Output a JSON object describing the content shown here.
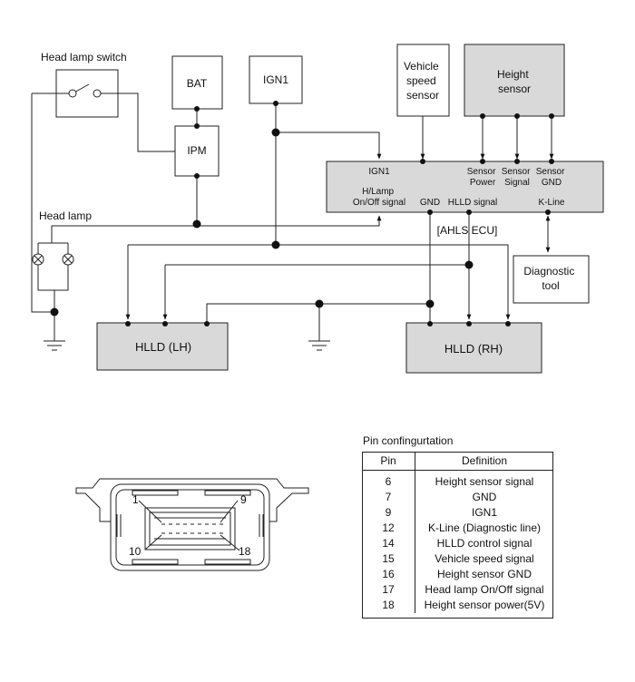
{
  "diagram": {
    "head_lamp_switch": "Head lamp switch",
    "bat": "BAT",
    "ign1_box": "IGN1",
    "ipm": "IPM",
    "vehicle_speed_sensor": [
      "Vehicle",
      "speed",
      "sensor"
    ],
    "height_sensor": [
      "Height",
      "sensor"
    ],
    "head_lamp": "Head lamp",
    "ecu_pins": {
      "ign1": "IGN1",
      "sensor_power": [
        "Sensor",
        "Power"
      ],
      "sensor_signal": [
        "Sensor",
        "Signal"
      ],
      "sensor_gnd": [
        "Sensor",
        "GND"
      ],
      "hlamp": [
        "H/Lamp",
        "On/Off signal"
      ],
      "gnd": "GND",
      "hlld_signal": "HLLD signal",
      "kline": "K-Line"
    },
    "ecu_label": "[AHLS ECU]",
    "diagnostic_tool": [
      "Diagnostic",
      "tool"
    ],
    "hlld_lh": "HLLD (LH)",
    "hlld_rh": "HLLD (RH)",
    "connector_pins": {
      "p1": "1",
      "p9": "9",
      "p10": "10",
      "p18": "18"
    }
  },
  "pin_configuration": {
    "title": "Pin confingurtation",
    "headers": {
      "pin": "Pin",
      "definition": "Definition"
    },
    "rows": [
      {
        "pin": "6",
        "definition": "Height sensor signal"
      },
      {
        "pin": "7",
        "definition": "GND"
      },
      {
        "pin": "9",
        "definition": "IGN1"
      },
      {
        "pin": "12",
        "definition": "K-Line (Diagnostic line)"
      },
      {
        "pin": "14",
        "definition": "HLLD control signal"
      },
      {
        "pin": "15",
        "definition": "Vehicle speed signal"
      },
      {
        "pin": "16",
        "definition": "Height sensor GND"
      },
      {
        "pin": "17",
        "definition": "Head lamp On/Off signal"
      },
      {
        "pin": "18",
        "definition": "Height sensor power(5V)"
      }
    ]
  }
}
